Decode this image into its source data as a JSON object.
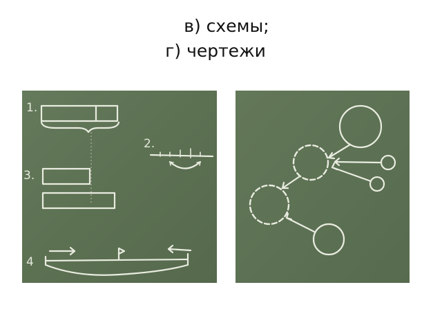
{
  "title": {
    "line1": "  в) схемы;",
    "line2": "г) чертежи  "
  },
  "colors": {
    "board": "#5f7356",
    "chalk": "#e9ece0",
    "text": "#111111"
  },
  "board_left": {
    "numbers": [
      "1.",
      "2.",
      "3.",
      "4"
    ]
  }
}
